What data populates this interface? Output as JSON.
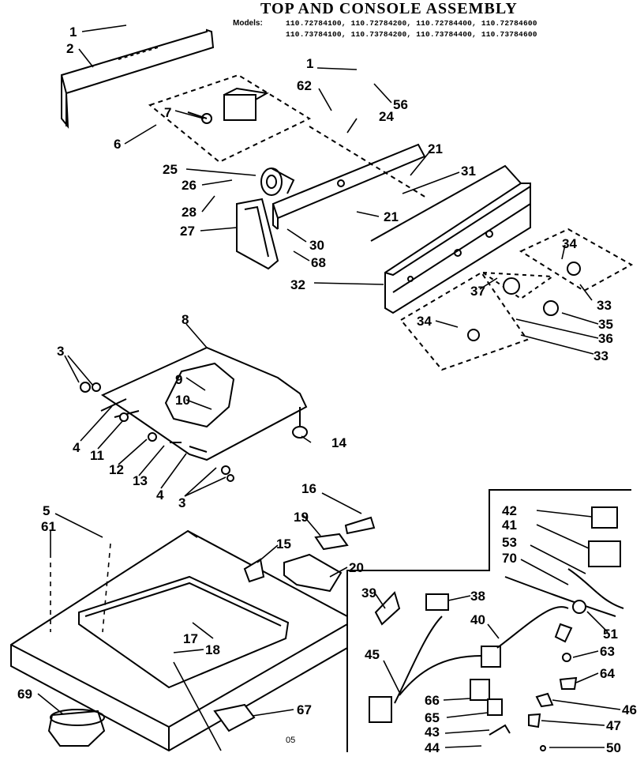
{
  "title": "TOP AND CONSOLE ASSEMBLY",
  "models_label": "Models:",
  "models_line1": "110.72784100, 110.72784200, 110.72784400, 110.72784600",
  "models_line2": "110.73784100, 110.73784200, 110.73784400, 110.73784600",
  "page_code": "05",
  "part_numbers": [
    "1",
    "2",
    "6",
    "7",
    "62",
    "24",
    "56",
    "25",
    "26",
    "28",
    "27",
    "21",
    "31",
    "30",
    "68",
    "32",
    "34",
    "37",
    "33",
    "35",
    "36",
    "8",
    "3",
    "9",
    "10",
    "4",
    "11",
    "12",
    "13",
    "14",
    "16",
    "19",
    "15",
    "20",
    "5",
    "61",
    "17",
    "18",
    "69",
    "67",
    "42",
    "41",
    "53",
    "70",
    "39",
    "38",
    "40",
    "51",
    "45",
    "63",
    "64",
    "66",
    "65",
    "46",
    "43",
    "44",
    "47",
    "50"
  ]
}
